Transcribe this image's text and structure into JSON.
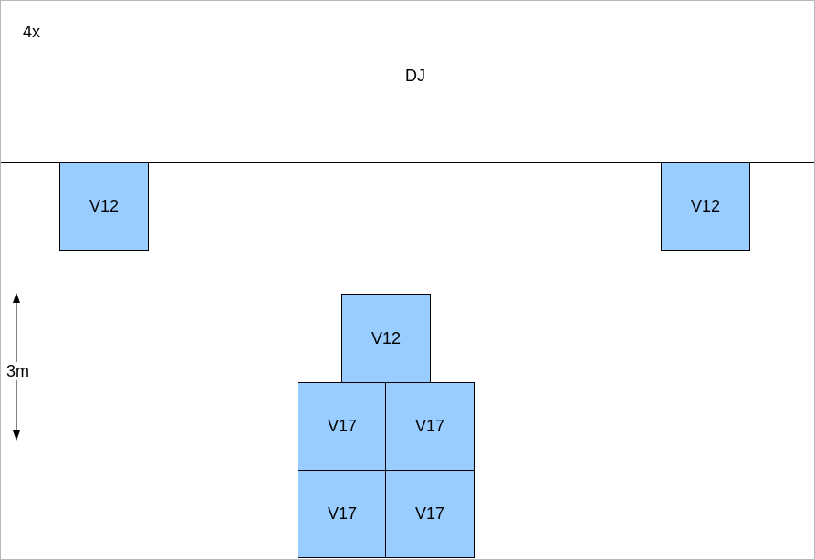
{
  "diagram": {
    "multiplier_label": "4x",
    "stage_label": "DJ",
    "dimension_label": "3m",
    "speakers": {
      "top_left": "V12",
      "top_right": "V12",
      "center_top": "V12",
      "stack_r1_left": "V17",
      "stack_r1_right": "V17",
      "stack_r2_left": "V17",
      "stack_r2_right": "V17"
    },
    "colors": {
      "speaker_fill": "#99ccff",
      "outline": "#000000"
    }
  }
}
